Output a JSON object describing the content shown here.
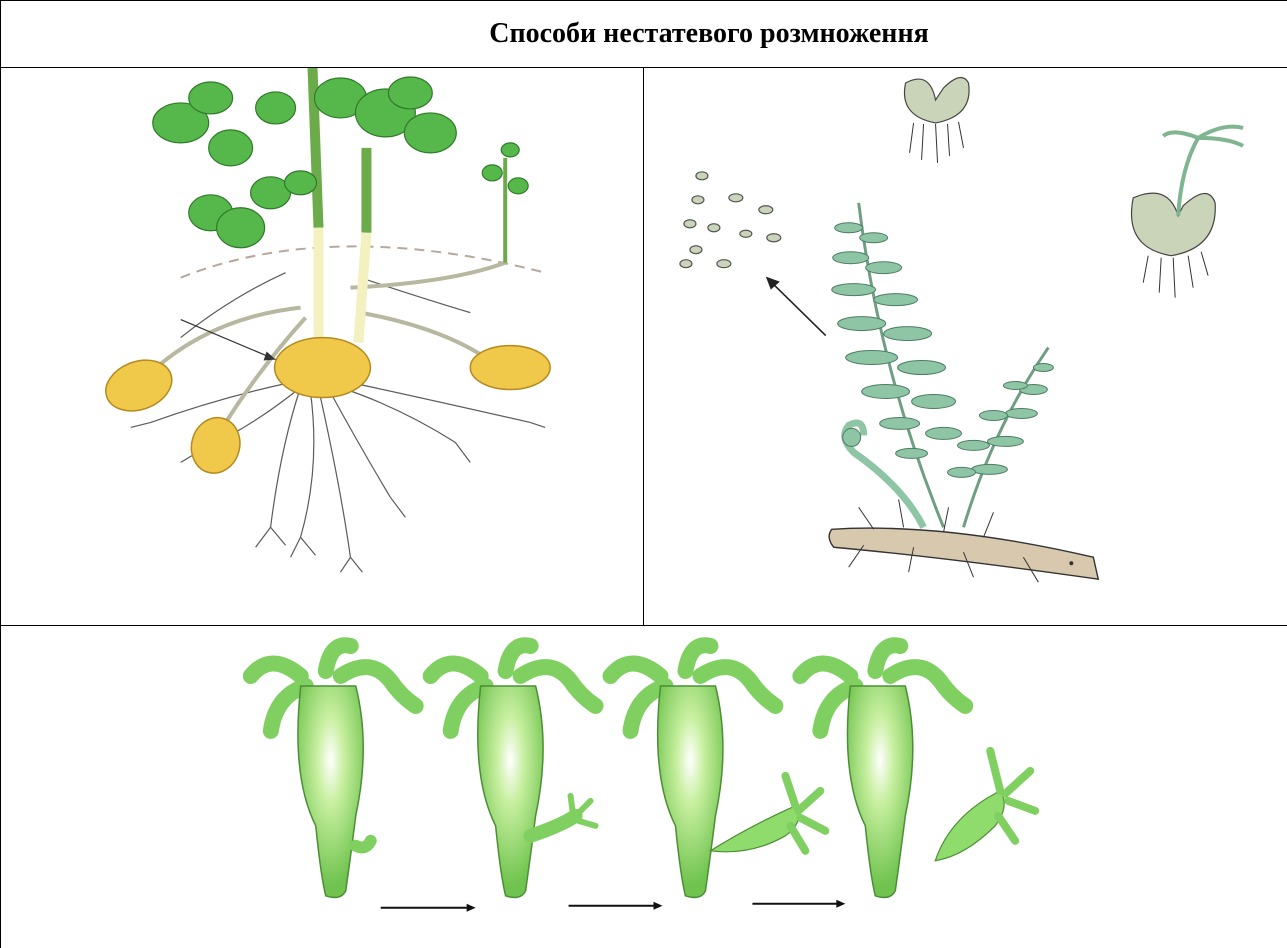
{
  "document": {
    "title": "Способи нестатевого розмноження"
  },
  "illustrations": [
    {
      "icon": "potato-tubers-illustration"
    },
    {
      "icon": "fern-spores-illustration"
    },
    {
      "icon": "hydra-budding-illustration"
    }
  ],
  "colors": {
    "border": "#000000",
    "leaf_green": "#4cae3a",
    "tuber_yellow": "#f0c94a",
    "fern_green": "#8ec5a4",
    "prothallus": "#c9d4b8",
    "rhizome": "#d8c8ae",
    "hydra_green": "#7fd060"
  }
}
